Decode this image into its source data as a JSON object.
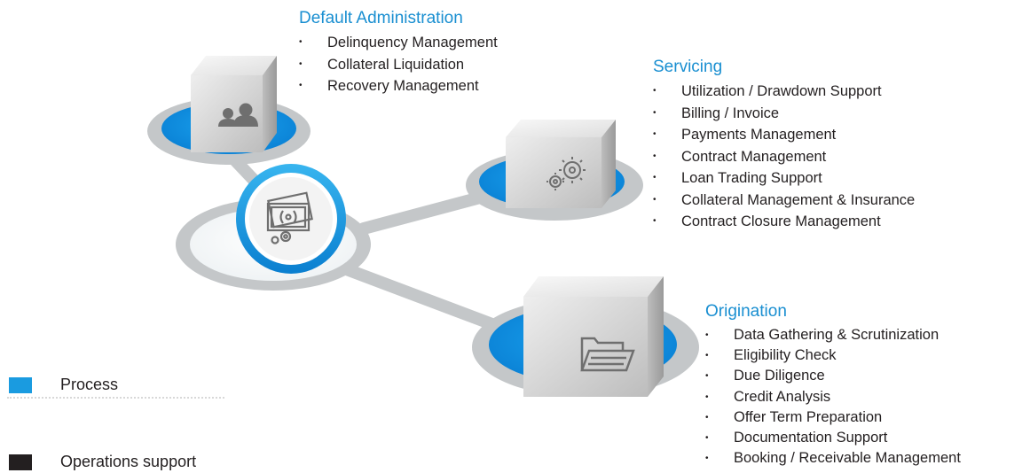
{
  "sections": {
    "default_administration": {
      "title": "Default Administration",
      "items": [
        "Delinquency Management",
        "Collateral Liquidation",
        "Recovery Management"
      ]
    },
    "servicing": {
      "title": "Servicing",
      "items": [
        "Utilization / Drawdown Support",
        "Billing / Invoice",
        "Payments Management",
        "Contract Management",
        "Loan Trading Support",
        "Collateral Management & Insurance",
        "Contract Closure Management"
      ]
    },
    "origination": {
      "title": "Origination",
      "items": [
        "Data Gathering & Scrutinization",
        "Eligibility Check",
        "Due Diligence",
        "Credit Analysis",
        "Offer Term Preparation",
        "Documentation Support",
        "Booking / Receivable Management"
      ]
    }
  },
  "legend": [
    {
      "label": "Process",
      "color": "#1a9be0"
    },
    {
      "label": "Operations support",
      "color": "#231f20"
    }
  ],
  "icons": {
    "hub": "money-icon",
    "default_administration": "users-icon",
    "servicing": "gears-icon",
    "origination": "folder-icon"
  },
  "colors": {
    "accent": "#1a8fd1",
    "platform_blue": "#0a8fe0",
    "ring_gray": "#c4c7c9"
  }
}
